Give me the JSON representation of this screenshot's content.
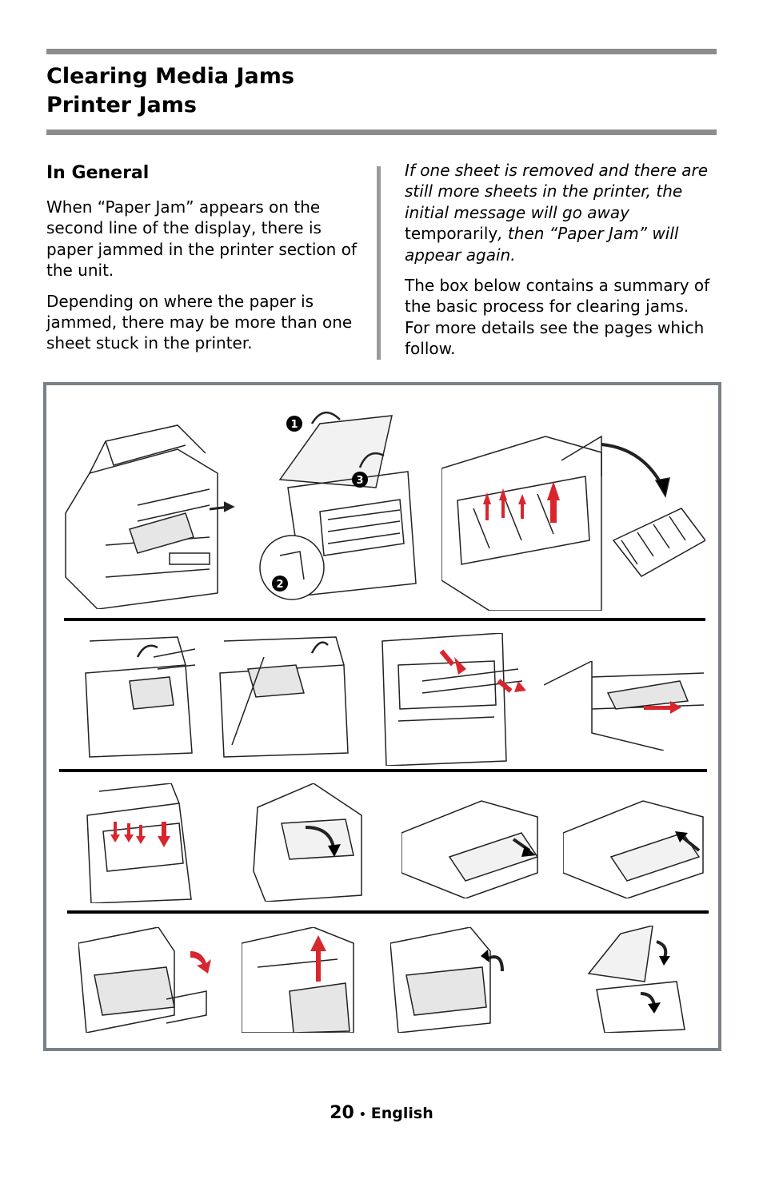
{
  "header": {
    "title_line1": "Clearing Media Jams",
    "title_line2": "Printer Jams"
  },
  "left_column": {
    "heading": "In General",
    "para1": "When “Paper Jam” appears on the second line of the display, there is paper jammed in the printer section of the unit.",
    "para2": "Depending on where the paper is jammed, there may be more than one sheet stuck in the printer."
  },
  "right_column": {
    "italic_note_a": "If one sheet is removed and there are still more sheets in the printer, the initial message will go away",
    "normal_word": " temporarily",
    "italic_note_b": ", then “Paper Jam” will appear again.",
    "para2": "The box below contains a summary of the basic process for clearing jams. For more details see the pages which follow."
  },
  "figure": {
    "step_labels": [
      "1",
      "2",
      "3"
    ],
    "colors": {
      "arrow_red": "#d8262f",
      "frame_gray": "#7a8186",
      "line": "#000000"
    },
    "icons": [
      "printer-open-icon",
      "toner-removal-icon",
      "paper-pull-icon",
      "paper-tray-icon",
      "rotate-arrow-icon"
    ]
  },
  "footer": {
    "page_number": "20",
    "bullet": "•",
    "language": "English"
  }
}
